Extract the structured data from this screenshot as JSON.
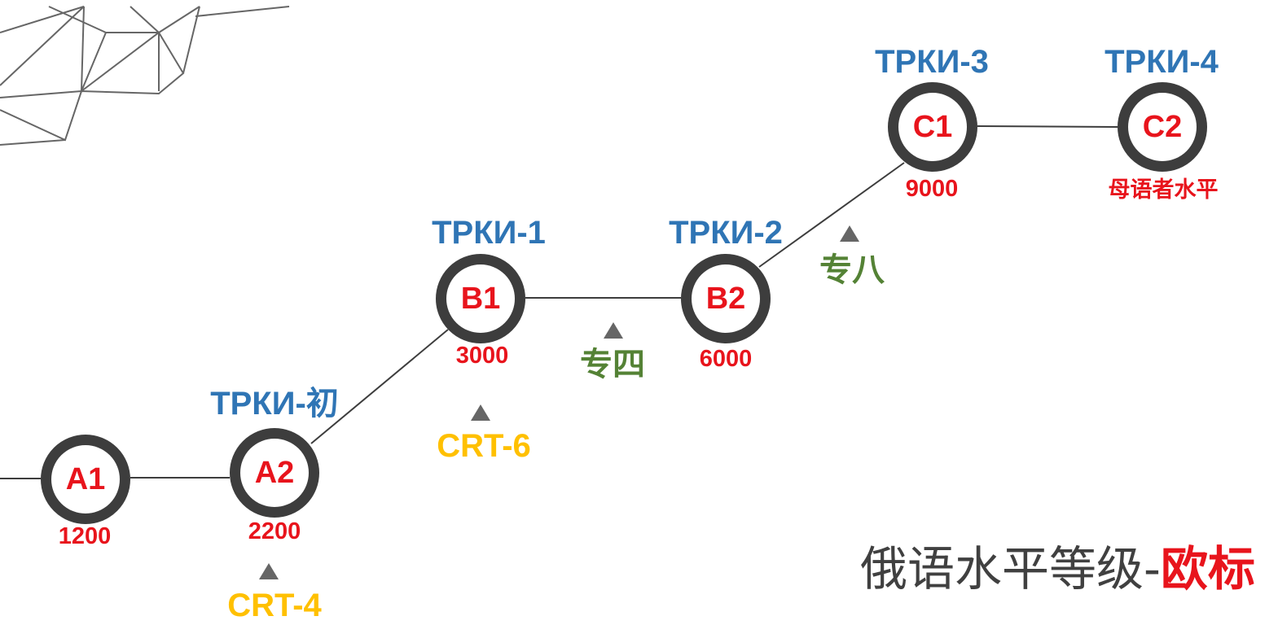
{
  "colors": {
    "ring": "#3d3d3d",
    "level_text": "#e8141c",
    "trki_text": "#2f75b5",
    "count_text": "#e8141c",
    "crt_text": "#ffc000",
    "tem_text": "#548235",
    "marker": "#666666",
    "line": "#3d3d3d",
    "title_main": "#404040",
    "title_accent": "#e8141c"
  },
  "levels": [
    {
      "id": "a1",
      "level": "A1",
      "count": "1200"
    },
    {
      "id": "a2",
      "level": "A2",
      "count": "2200",
      "trki": "ТРКИ-初"
    },
    {
      "id": "b1",
      "level": "B1",
      "count": "3000",
      "trki": "ТРКИ-1"
    },
    {
      "id": "b2",
      "level": "B2",
      "count": "6000",
      "trki": "ТРКИ-2"
    },
    {
      "id": "c1",
      "level": "C1",
      "count": "9000",
      "trki": "ТРКИ-3"
    },
    {
      "id": "c2",
      "level": "C2",
      "count": "母语者水平",
      "trki": "ТРКИ-4"
    }
  ],
  "exams": [
    {
      "id": "crt4",
      "name": "CRT-4",
      "kind": "crt"
    },
    {
      "id": "crt6",
      "name": "CRT-6",
      "kind": "crt"
    },
    {
      "id": "tem4",
      "name": "专四",
      "kind": "tem"
    },
    {
      "id": "tem8",
      "name": "专八",
      "kind": "tem"
    }
  ],
  "title": {
    "main": "俄语水平等级-",
    "accent": "欧标"
  }
}
